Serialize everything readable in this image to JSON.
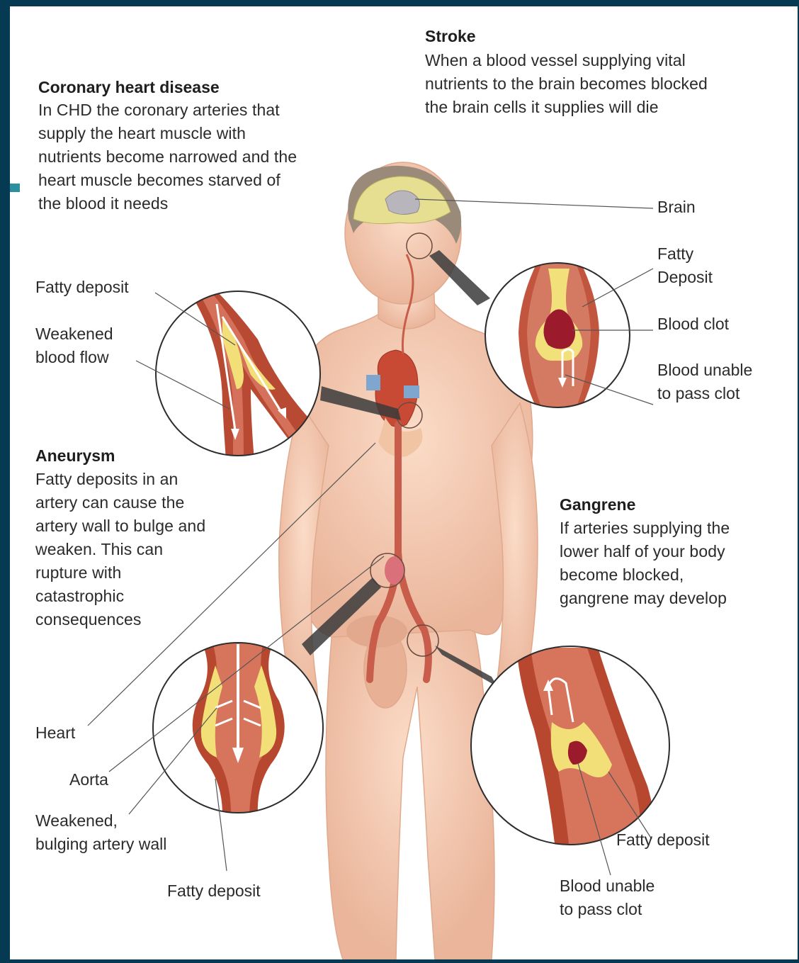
{
  "sections": {
    "stroke": {
      "title": "Stroke",
      "body": "When a blood vessel supplying vital\nnutrients to the brain becomes blocked\nthe brain cells it supplies will die"
    },
    "chd": {
      "title": "Coronary heart disease",
      "body": "In CHD the coronary arteries that\nsupply the heart muscle with\nnutrients become narrowed and the\nheart muscle becomes starved of\nthe blood it needs"
    },
    "aneurysm": {
      "title": "Aneurysm",
      "body": "Fatty deposits in an\nartery can cause the\nartery wall to bulge and\nweaken. This can\nrupture with\ncatastrophic\nconsequences"
    },
    "gangrene": {
      "title": "Gangrene",
      "body": "If arteries supplying the\nlower half of your body\nbecome blocked,\ngangrene may develop"
    }
  },
  "labels": {
    "brain": "Brain",
    "stroke_fatty_deposit": "Fatty\nDeposit",
    "blood_clot": "Blood clot",
    "stroke_blood_unable": "Blood unable\nto pass clot",
    "chd_fatty_deposit": "Fatty deposit",
    "weakened_blood_flow": "Weakened\nblood flow",
    "heart": "Heart",
    "aorta": "Aorta",
    "weakened_wall": "Weakened,\nbulging artery wall",
    "aneurysm_fatty_deposit": "Fatty deposit",
    "gangrene_fatty_deposit": "Fatty deposit",
    "gangrene_blood_unable": "Blood unable\nto pass clot"
  },
  "colors": {
    "background": "#053a52",
    "skin": "#f4c7ad",
    "artery": "#b6452f",
    "fatty_deposit": "#f3e27a",
    "blood_clot": "#9b1b2c"
  }
}
